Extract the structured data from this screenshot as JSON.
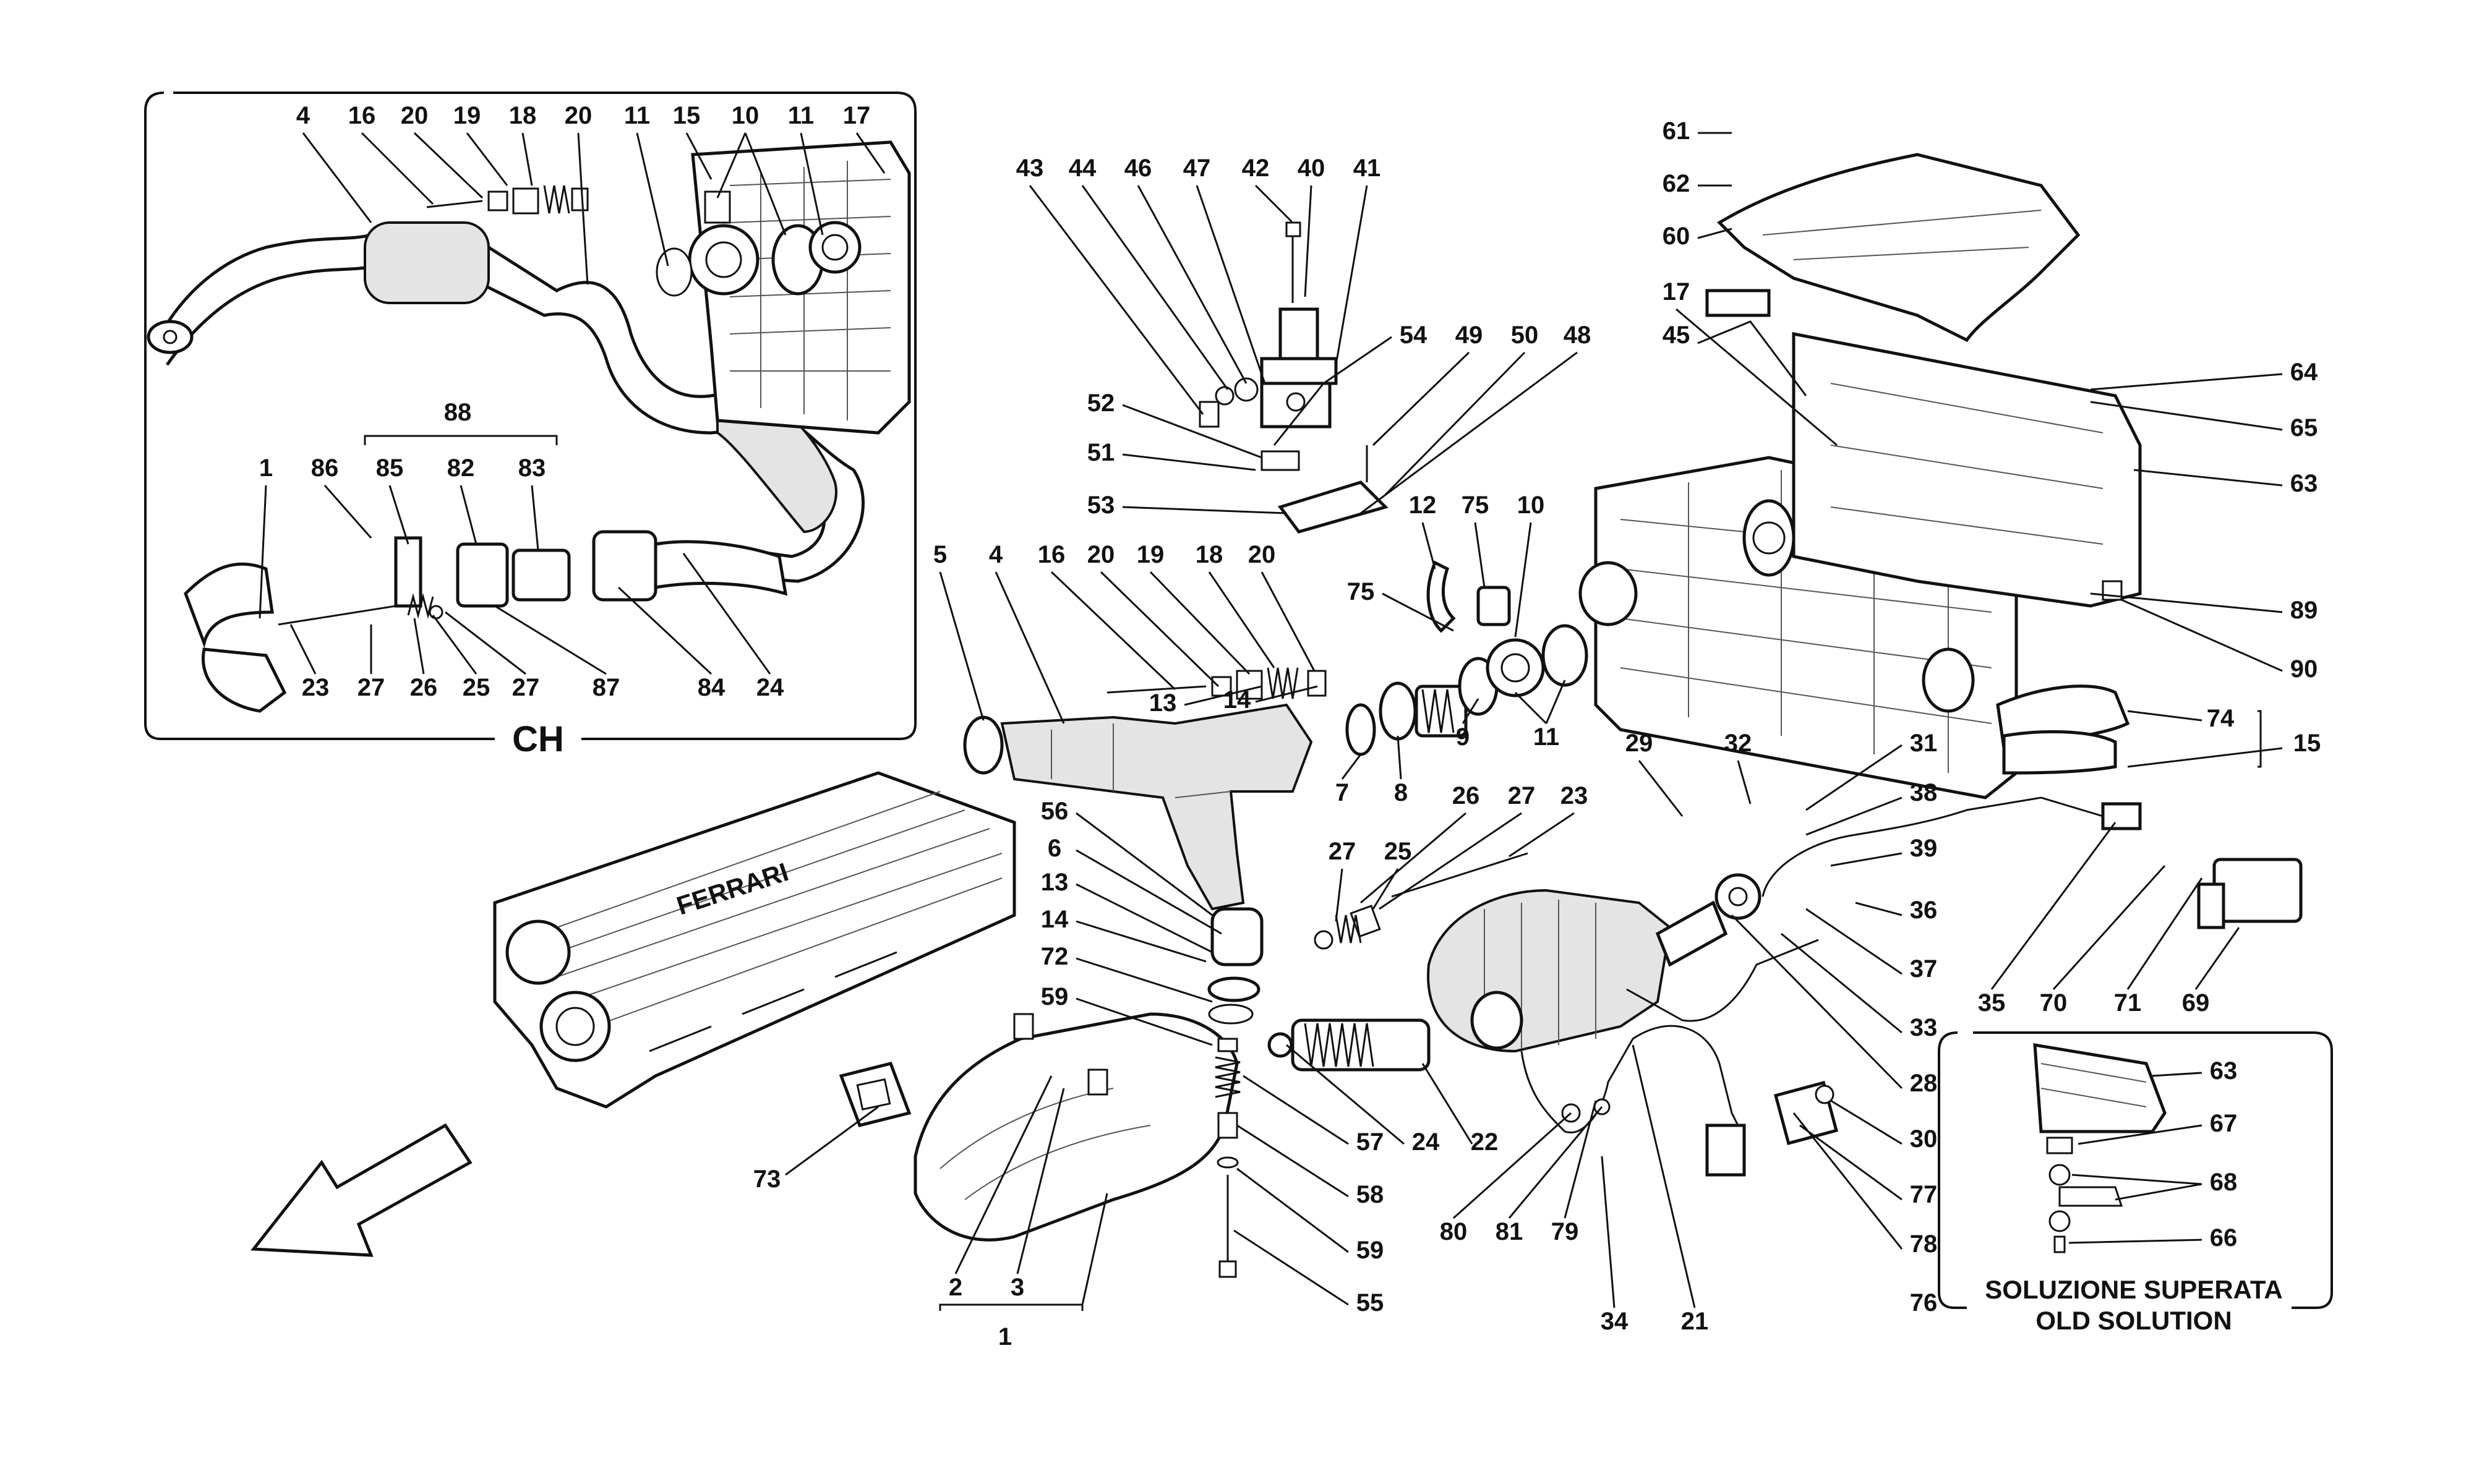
{
  "callouts": {
    "ch": [
      "4",
      "16",
      "20",
      "19",
      "18",
      "20",
      "11",
      "15",
      "10",
      "11",
      "17",
      "1",
      "86",
      "85",
      "82",
      "83",
      "23",
      "27",
      "26",
      "25",
      "27",
      "87",
      "84",
      "24"
    ],
    "ch_group": "88",
    "main_top": [
      "43",
      "44",
      "46",
      "47",
      "42",
      "40",
      "41",
      "54",
      "49",
      "50",
      "48",
      "52",
      "51",
      "53",
      "5",
      "4",
      "16",
      "20",
      "19",
      "18",
      "20",
      "12",
      "75",
      "10",
      "75",
      "13",
      "14",
      "9",
      "11",
      "7",
      "8"
    ],
    "main_mid": [
      "61",
      "62",
      "60",
      "17",
      "45",
      "64",
      "65",
      "63",
      "89",
      "90",
      "74",
      "15",
      "29",
      "32",
      "31",
      "38",
      "39",
      "36",
      "37",
      "33",
      "28",
      "30",
      "77",
      "78",
      "76",
      "35",
      "70",
      "71",
      "69"
    ],
    "main_low": [
      "56",
      "6",
      "13",
      "14",
      "72",
      "59",
      "26",
      "27",
      "23",
      "27",
      "25",
      "57",
      "24",
      "22",
      "58",
      "59",
      "55",
      "2",
      "3",
      "1",
      "73",
      "80",
      "81",
      "79",
      "34",
      "21"
    ],
    "old": [
      "63",
      "67",
      "68",
      "66"
    ]
  },
  "inset": {
    "label": "CH"
  },
  "old_solution": {
    "line1": "SOLUZIONE SUPERATA",
    "line2": "OLD SOLUTION"
  },
  "logo_text": "FERRARI"
}
